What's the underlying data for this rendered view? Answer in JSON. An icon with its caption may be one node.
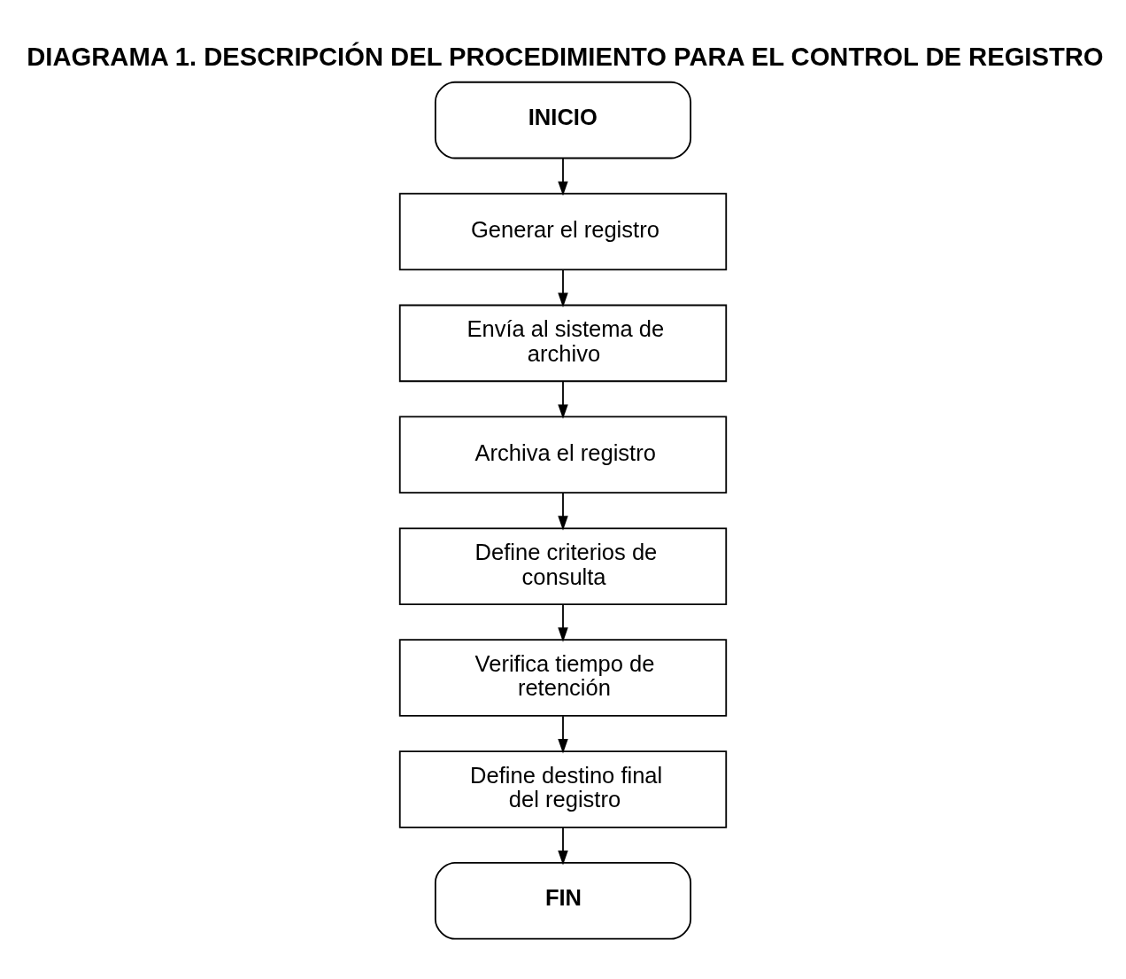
{
  "diagram": {
    "title": "DIAGRAMA 1. DESCRIPCIÓN DEL PROCEDIMIENTO PARA EL CONTROL DE REGISTRO",
    "nodes": [
      {
        "text": [
          "INICIO"
        ]
      },
      {
        "text": [
          "Generar el registro"
        ]
      },
      {
        "text": [
          "Envía al sistema de archivo"
        ]
      },
      {
        "text": [
          "Archiva el registro"
        ]
      },
      {
        "text": [
          "Define criterios de consulta"
        ]
      },
      {
        "text": [
          "Verifica tiempo de retención"
        ]
      },
      {
        "text": [
          "Define destino final del registro"
        ]
      },
      {
        "text": [
          "FIN"
        ]
      }
    ],
    "edges": [
      {
        "from": 0,
        "to": 1,
        "arrow": "to"
      },
      {
        "from": 1,
        "to": 2,
        "arrow": "to"
      },
      {
        "from": 2,
        "to": 3,
        "arrow": "to"
      },
      {
        "from": 3,
        "to": 4,
        "arrow": "to"
      },
      {
        "from": 4,
        "to": 5,
        "arrow": "to"
      },
      {
        "from": 5,
        "to": 6,
        "arrow": "to"
      },
      {
        "from": 6,
        "to": 7,
        "arrow": "to"
      }
    ]
  }
}
